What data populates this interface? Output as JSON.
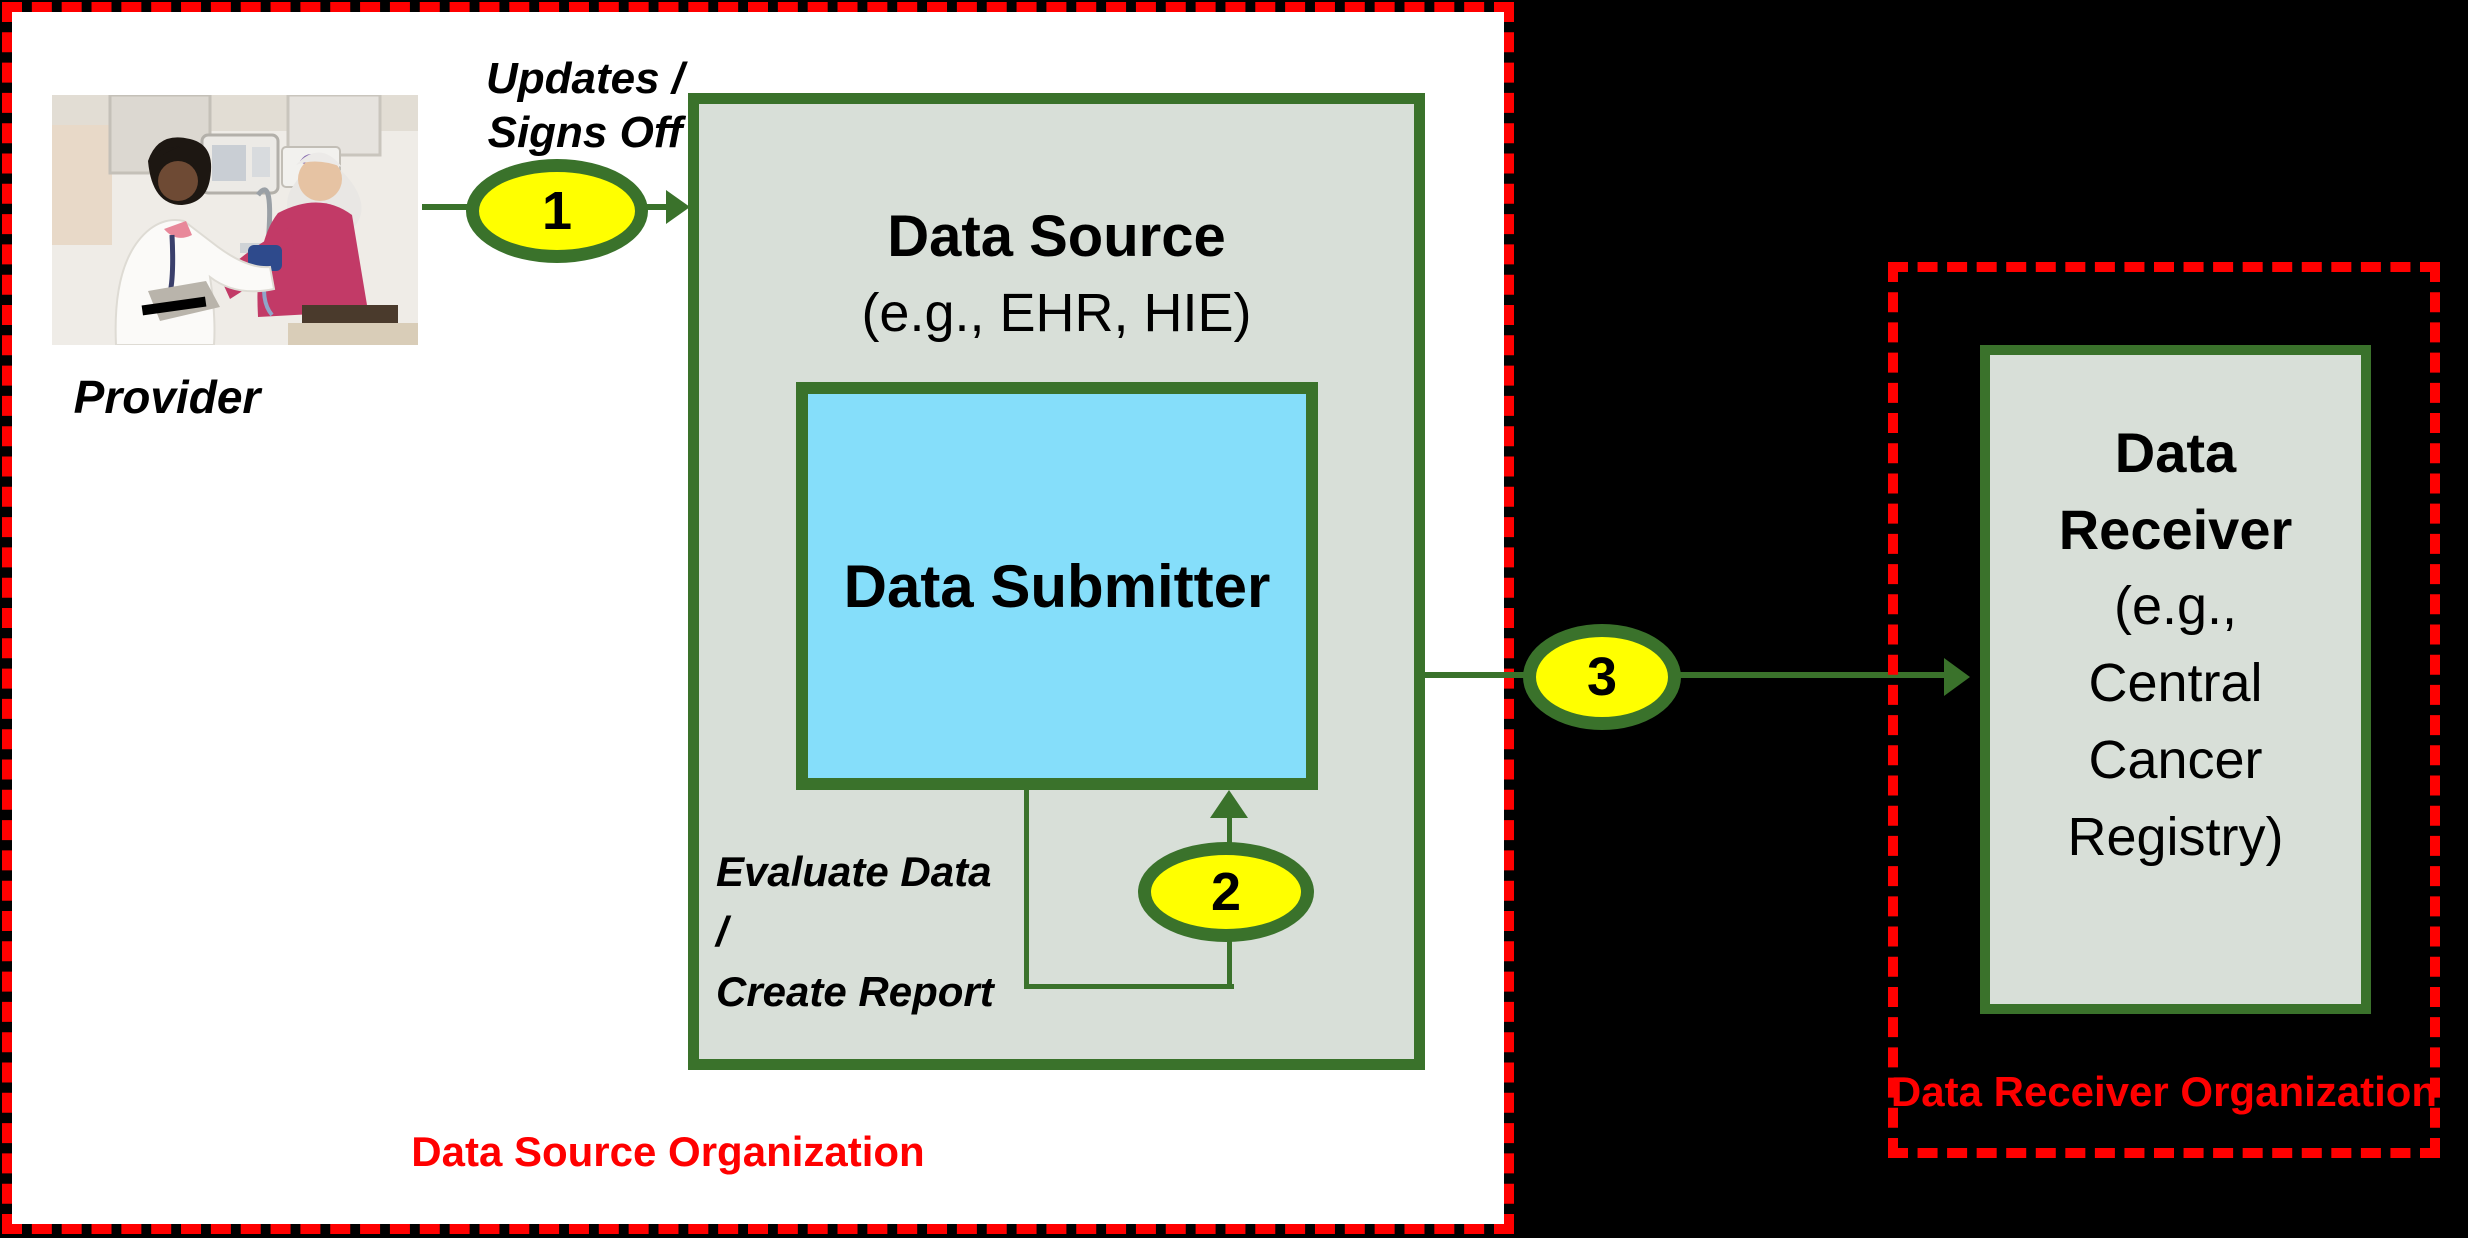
{
  "colors": {
    "green": "#3a722b",
    "box_fill": "#d8dfd8",
    "submitter_fill": "#85defa",
    "badge_fill": "#ffff00",
    "red": "#ff0000",
    "panel": "#ffffff",
    "background": "#000000",
    "text": "#000000"
  },
  "provider": {
    "label": "Provider"
  },
  "flow_steps": {
    "step1": {
      "number": "1",
      "label_line1": "Updates /",
      "label_line2": "Signs Off"
    },
    "step2": {
      "number": "2",
      "label_line1": "Evaluate Data /",
      "label_line2": "Create Report"
    },
    "step3": {
      "number": "3"
    }
  },
  "boxes": {
    "data_source": {
      "title": "Data Source",
      "subtitle": "(e.g., EHR, HIE)"
    },
    "data_submitter": {
      "title": "Data Submitter"
    },
    "data_receiver": {
      "bold_lines": [
        "Data",
        "Receiver"
      ],
      "normal_lines": [
        "(e.g.,",
        "Central",
        "Cancer",
        "Registry)"
      ]
    }
  },
  "org_labels": {
    "source": "Data Source Organization",
    "receiver": "Data Receiver Organization"
  }
}
